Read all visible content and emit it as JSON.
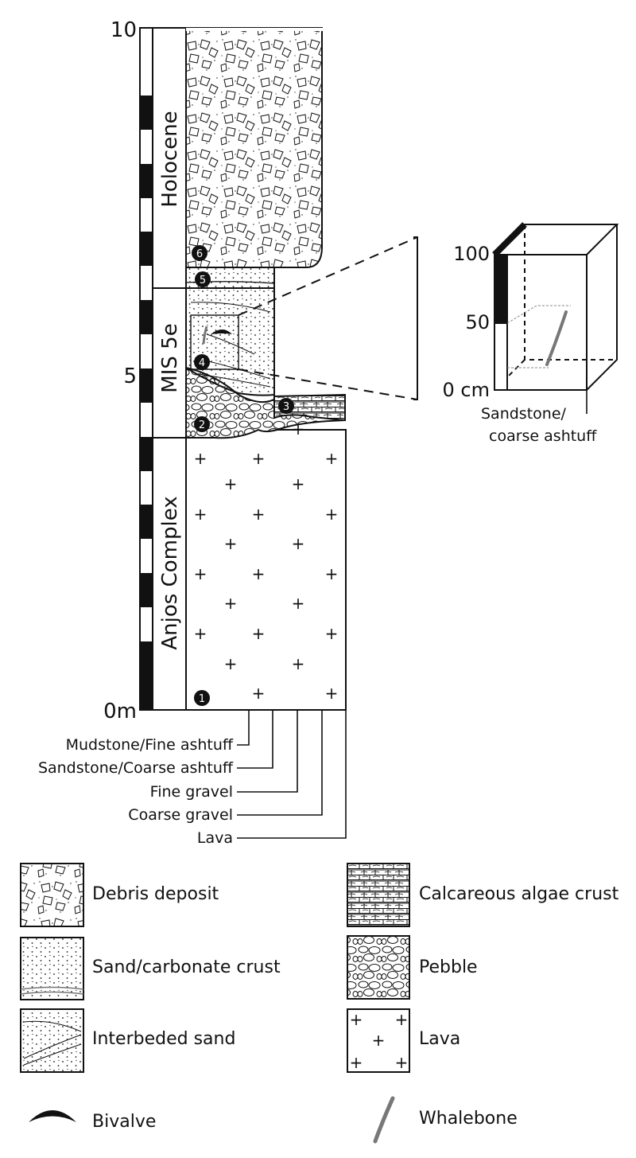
{
  "scale": {
    "ticks": [
      "10",
      "5",
      "0m"
    ]
  },
  "units": [
    {
      "label": "Holocene"
    },
    {
      "label": "MIS 5e"
    },
    {
      "label": "Anjos Complex"
    }
  ],
  "sample_markers": [
    "1",
    "2",
    "3",
    "4",
    "5",
    "6"
  ],
  "grain_size_axis": [
    "Mudstone/Fine ashtuff",
    "Sandstone/Coarse ashtuff",
    "Fine gravel",
    "Coarse gravel",
    "Lava"
  ],
  "inset": {
    "ticks": [
      "100",
      "50",
      "0 cm"
    ],
    "caption_line1": "Sandstone/",
    "caption_line2": "coarse ashtuff"
  },
  "legend": [
    {
      "label": "Debris deposit",
      "icon": "debris-pattern"
    },
    {
      "label": "Calcareous algae crust",
      "icon": "algae-crust-pattern"
    },
    {
      "label": "Sand/carbonate crust",
      "icon": "sand-pattern"
    },
    {
      "label": "Pebble",
      "icon": "pebble-pattern"
    },
    {
      "label": "Interbeded sand",
      "icon": "interbedded-sand-pattern"
    },
    {
      "label": "Lava",
      "icon": "lava-cross-pattern"
    },
    {
      "label": "Bivalve",
      "icon": "bivalve-icon"
    },
    {
      "label": "Whalebone",
      "icon": "whalebone-icon"
    }
  ]
}
